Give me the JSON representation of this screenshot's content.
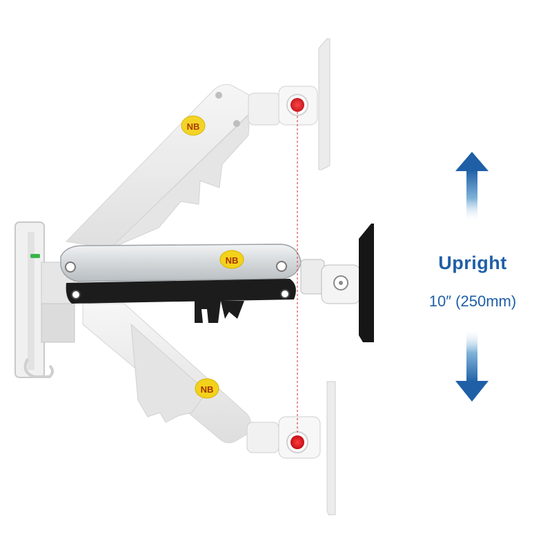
{
  "product": {
    "logo_text": "NB"
  },
  "annotation": {
    "title": "Upright",
    "range": "10″ (250mm)"
  },
  "icons": {
    "up_arrow": "arrow-up-icon",
    "down_arrow": "arrow-down-icon",
    "pivot_marker": "pivot-marker-icon"
  },
  "colors": {
    "arrow_blue": "#1f5fa6",
    "marker_red": "#e0181f",
    "guide_line_red": "#d94a4a",
    "arm_silver": "#d9dde0",
    "arm_white": "#eeeeee",
    "logo_yellow": "#f3d21b"
  }
}
